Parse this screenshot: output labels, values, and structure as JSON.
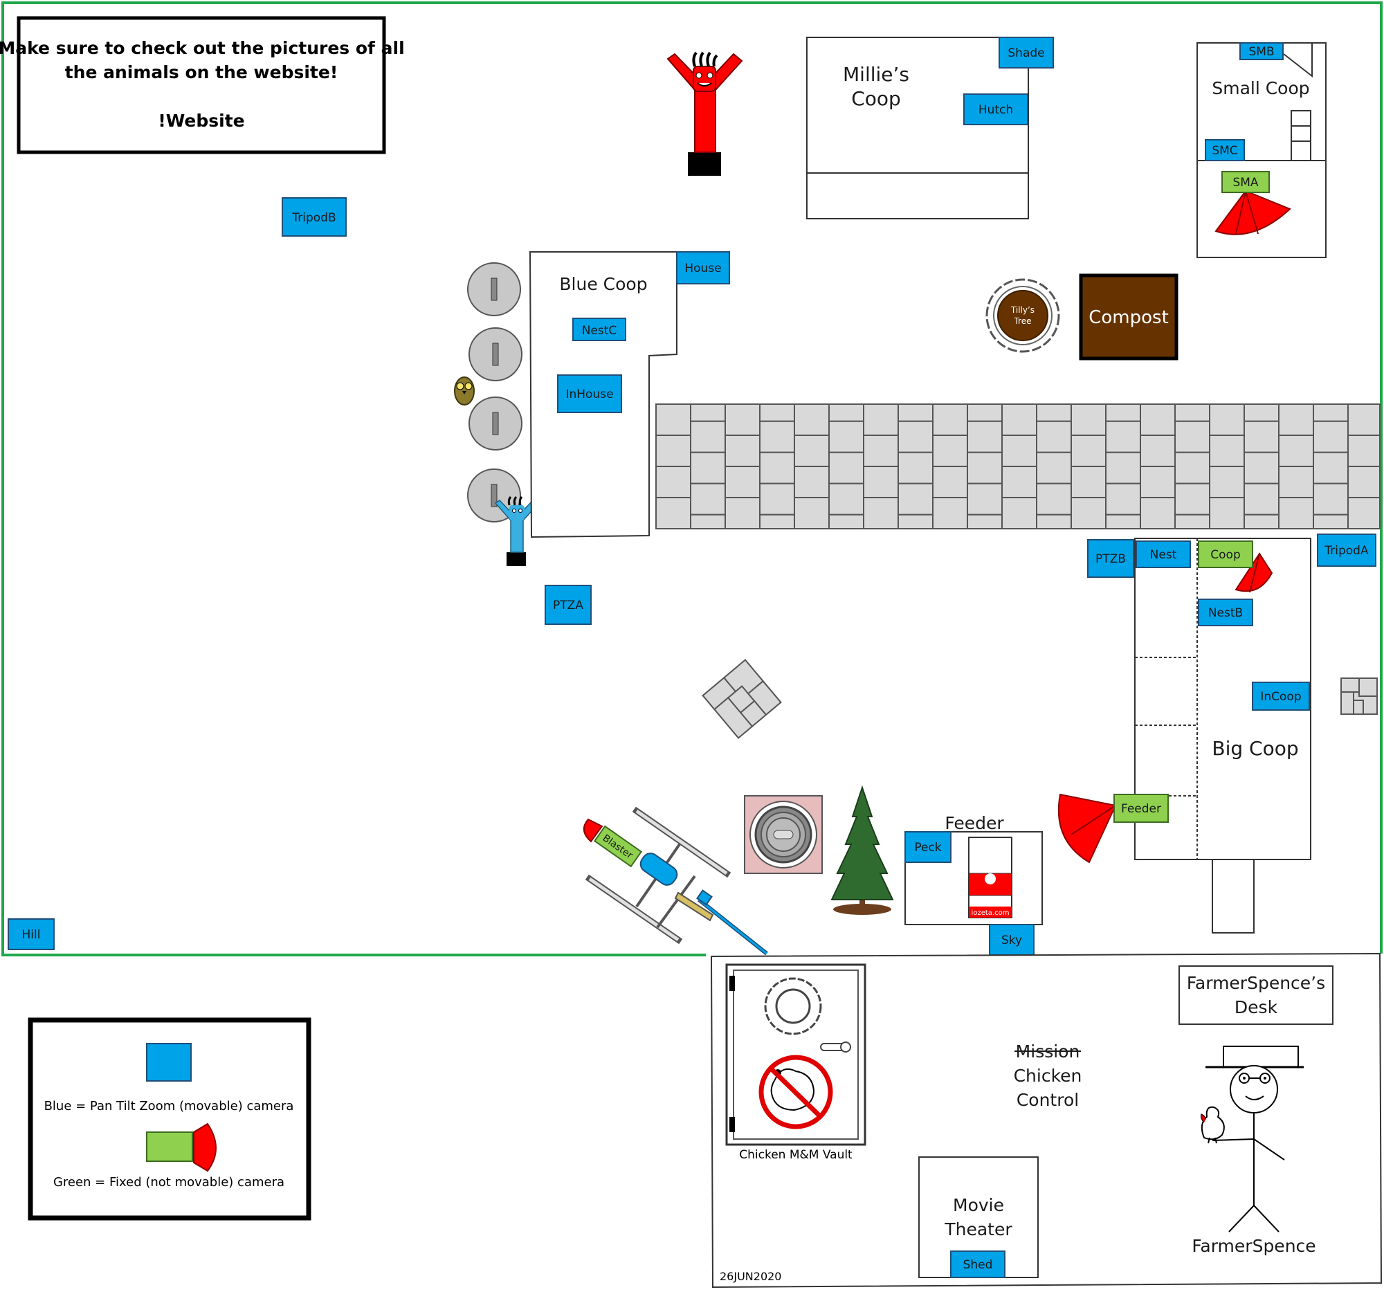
{
  "notice": {
    "line1": "Make sure to check out the pictures of all",
    "line2": "the animals on the website!",
    "link": "!Website"
  },
  "buildings": {
    "millies_coop": [
      "Millie’s",
      "Coop"
    ],
    "small_coop": "Small Coop",
    "blue_coop": "Blue Coop",
    "big_coop": "Big Coop",
    "feeder": "Feeder",
    "compost": "Compost",
    "tillys_tree": [
      "Tilly’s",
      "Tree"
    ],
    "feeder_brand": "iozeta.com"
  },
  "cameras": {
    "shade": "Shade",
    "hutch": "Hutch",
    "smb": "SMB",
    "smc": "SMC",
    "sma": "SMA",
    "tripodb": "TripodB",
    "house": "House",
    "nestc": "NestC",
    "inhouse": "InHouse",
    "ptza": "PTZA",
    "ptzb": "PTZB",
    "nest": "Nest",
    "coop": "Coop",
    "nestb": "NestB",
    "tripoda": "TripodA",
    "incoop": "InCoop",
    "feeder": "Feeder",
    "peck": "Peck",
    "sky": "Sky",
    "hill": "Hill",
    "blaster": "Blaster",
    "shed": "Shed"
  },
  "office": {
    "desk": [
      "FarmerSpence’s",
      "Desk"
    ],
    "mission_struck": "Mission",
    "mission_rest": [
      "Chicken",
      "Control"
    ],
    "vault": "Chicken M&M Vault",
    "theater": [
      "Movie",
      "Theater"
    ],
    "farmer": "FarmerSpence",
    "date": "26JUN2020"
  },
  "legend": {
    "blue": "Blue = Pan Tilt Zoom (movable) camera",
    "green": "Green = Fixed (not movable) camera"
  },
  "colors": {
    "ptz_camera": "#00a2e8",
    "fixed_camera": "#8fd14f",
    "camera_cone": "#ff0000",
    "yard_border": "#1fa84a",
    "compost": "#663300"
  }
}
